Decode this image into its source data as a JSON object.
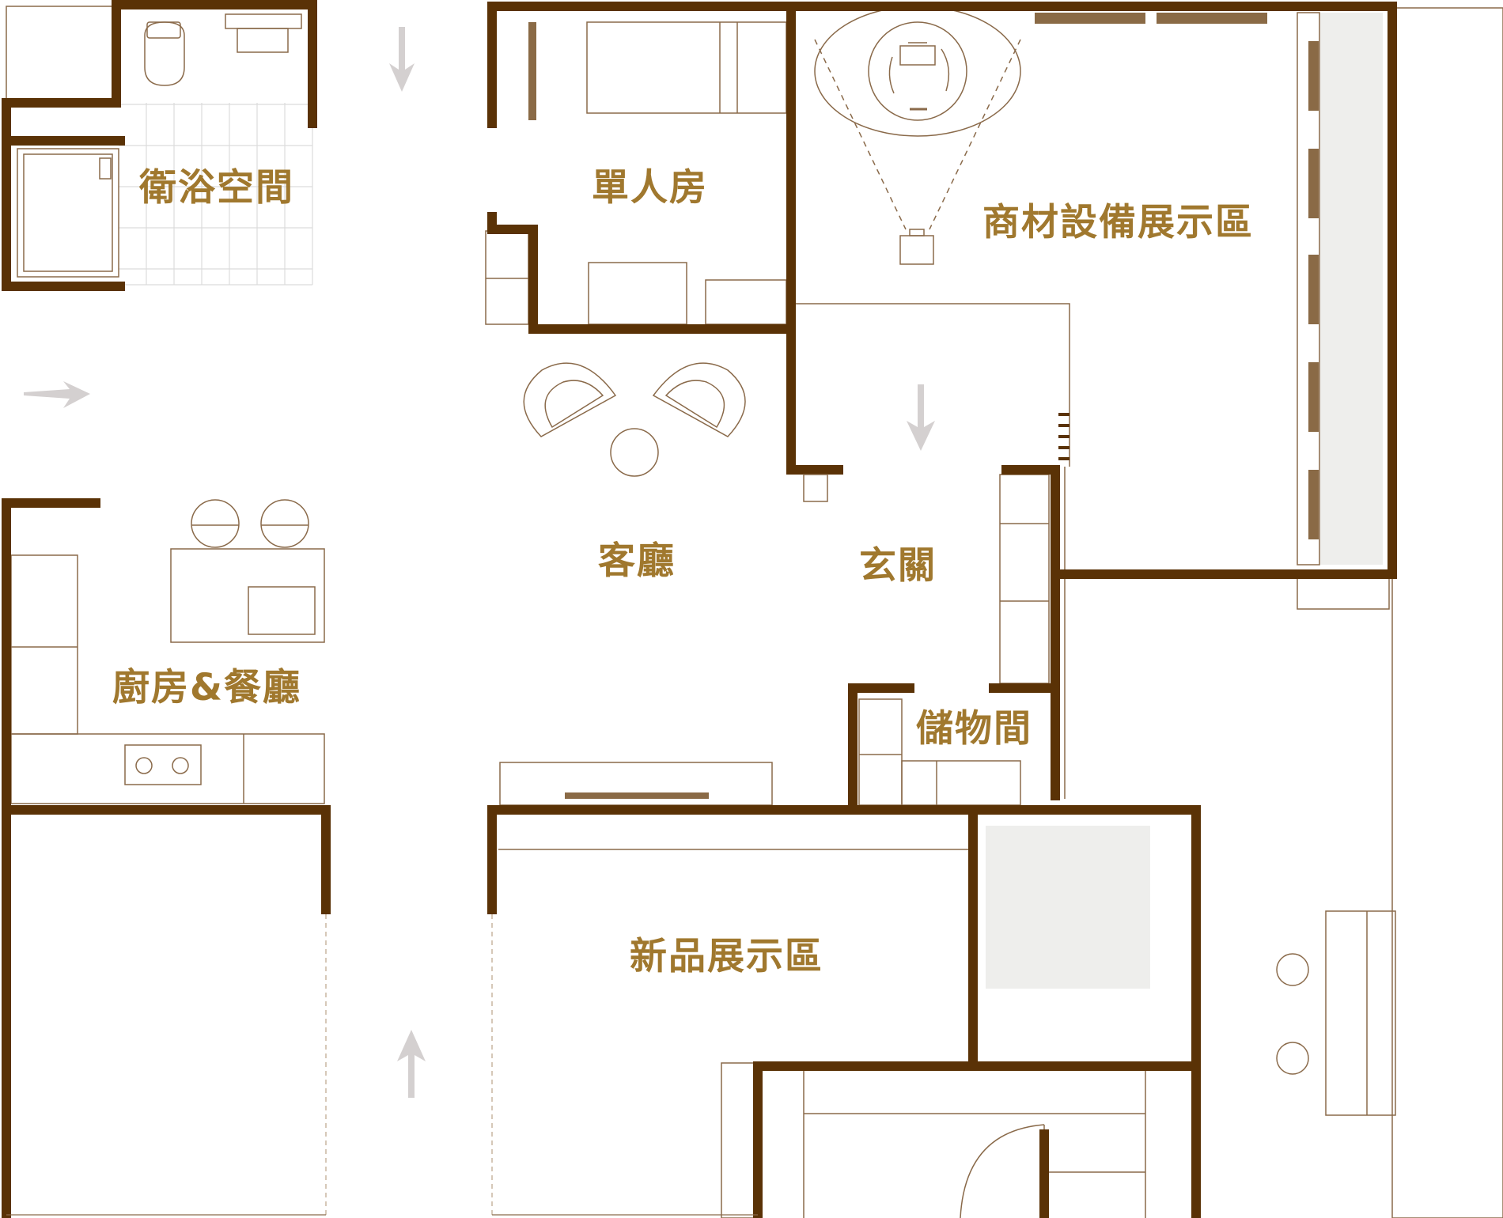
{
  "colors": {
    "wall": "#5a3206",
    "wall_accent": "#7a4208",
    "line": "#8a6a4a",
    "label": "#a0782e",
    "arrow": "#d4d0d0",
    "panel_fill": "#eeeeec",
    "board": "#8a6a46",
    "grid": "#dcdcdc"
  },
  "rooms": {
    "bathroom": "衛浴空間",
    "single_room": "單人房",
    "equipment_showroom": "商材設備展示區",
    "living_room": "客廳",
    "entrance": "玄關",
    "kitchen_dining": "廚房&餐廳",
    "storage": "儲物間",
    "new_product_showroom": "新品展示區"
  },
  "flow_arrows": [
    "arrow-down",
    "arrow-right",
    "arrow-down",
    "arrow-up"
  ]
}
